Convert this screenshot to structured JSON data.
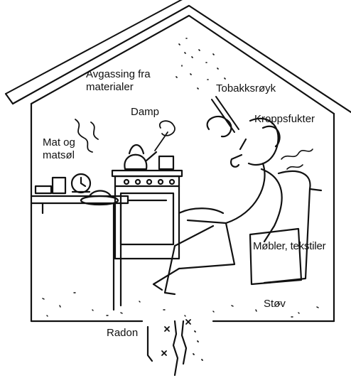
{
  "labels": {
    "avgassing_line1": "Avgassing fra",
    "avgassing_line2": "materialer",
    "tobakksroyk": "Tobakksrøyk",
    "damp": "Damp",
    "kroppsfukter": "Kroppsfukter",
    "mat_line1": "Mat og",
    "mat_line2": "matsøl",
    "mobler": "Møbler, tekstiler",
    "stov": "Støv",
    "radon": "Radon"
  },
  "icons": [
    "house-outline",
    "stove-icon",
    "kettle-icon",
    "table-icon",
    "clock-icon",
    "armchair-icon",
    "smoking-man-icon",
    "pipe-icon",
    "radon-particle-icon"
  ],
  "colors": {
    "ink": "#111111",
    "background": "#ffffff"
  }
}
